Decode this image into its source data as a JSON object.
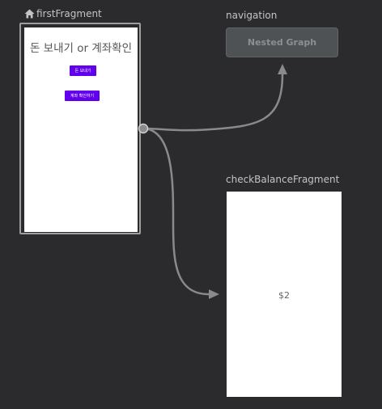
{
  "graph": {
    "start_destination": {
      "label": "firstFragment",
      "title": "돈 보내기 or 계좌확인",
      "buttons": [
        "돈 보내기",
        "계좌 확인하기"
      ]
    },
    "nested_graph": {
      "label": "navigation",
      "button_label": "Nested Graph"
    },
    "destination": {
      "label": "checkBalanceFragment",
      "text": "$2"
    }
  },
  "colors": {
    "canvas": "#2b2b2d",
    "button": "#6200ee",
    "arrow": "#8a8a8a"
  },
  "icons": [
    "home-icon"
  ]
}
